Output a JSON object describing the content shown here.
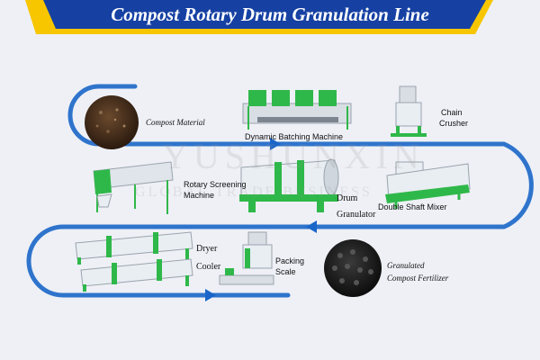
{
  "title": "Compost Rotary Drum Granulation Line",
  "watermark": "YUSHUNXIN",
  "watermark_sub": "GLOBAL TRADE BUSINESS",
  "colors": {
    "banner": "#1641a3",
    "accent": "#f7c600",
    "flow": "#1a66c8",
    "machine_green": "#2fb84a",
    "machine_white": "#e9eef2"
  },
  "steps": {
    "compost_material": "Compost Material",
    "dynamic_batching": "Dynamic Batching Machine",
    "chain_crusher_1": "Chain",
    "chain_crusher_2": "Crusher",
    "double_shaft_mixer": "Double Shaft Mixer",
    "drum_granulator_1": "Drum",
    "drum_granulator_2": "Granulator",
    "rotary_screening_1": "Rotary Screening",
    "rotary_screening_2": "Machine",
    "dryer": "Dryer",
    "cooler": "Cooler",
    "packing_scale_1": "Packing",
    "packing_scale_2": "Scale",
    "granulated_1": "Granulated",
    "granulated_2": "Compost Fertilizer"
  }
}
